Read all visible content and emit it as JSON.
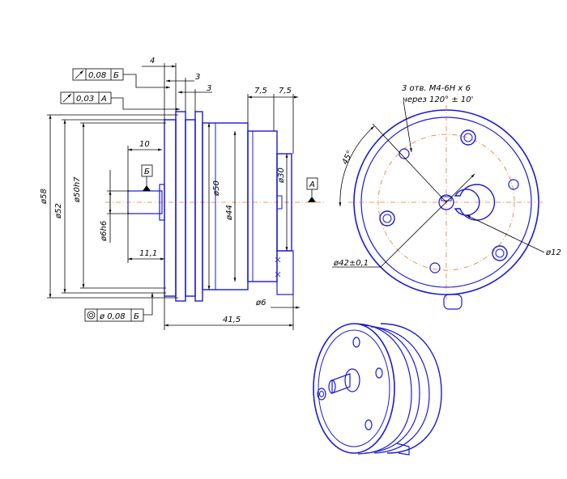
{
  "drawing": {
    "front_view": {
      "dimensions": {
        "d58": "ø58",
        "d52": "ø52",
        "d50h7": "ø50h7",
        "d6h6": "ø6h6",
        "d50": "ø50",
        "d44": "ø44",
        "d30": "ø30",
        "d6": "ø6",
        "len10": "10",
        "len11_1": "11,1",
        "len41_5": "41,5",
        "len4": "4",
        "len3a": "3",
        "len3b": "3",
        "len7_5a": "7,5",
        "len7_5b": "7,5"
      },
      "tolerances": {
        "runout_b": {
          "value": "0,08",
          "datum": "Б"
        },
        "runout_a": {
          "value": "0,03",
          "datum": "А"
        },
        "concentricity": {
          "value": "ø 0,08",
          "datum": "Б"
        }
      },
      "datums": {
        "b": "Б",
        "a": "А"
      }
    },
    "side_view": {
      "note_line1": "3 отв. M4-6H x 6",
      "note_line2": "через 120° ± 10'",
      "angle": "45°",
      "d42": "ø42±0,1",
      "d12": "ø12"
    }
  }
}
